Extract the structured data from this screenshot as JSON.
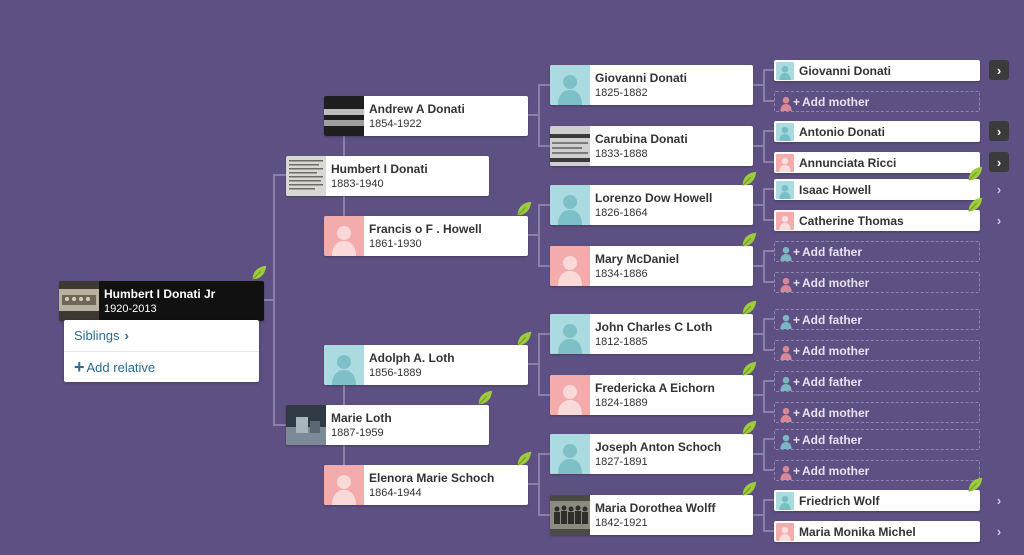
{
  "focus": {
    "name": "Humbert I Donati Jr",
    "years": "1920-2013"
  },
  "actions": {
    "siblings_label": "Siblings",
    "siblings_chevron": "›",
    "add_plus": "+",
    "add_relative_label": "Add relative"
  },
  "gen1": [
    {
      "name": "Humbert I Donati",
      "years": "1883-1940"
    },
    {
      "name": "Marie Loth",
      "years": "1887-1959"
    }
  ],
  "gen2": [
    {
      "name": "Andrew A Donati",
      "years": "1854-1922"
    },
    {
      "name": "Francis o F . Howell",
      "years": "1861-1930"
    },
    {
      "name": "Adolph A. Loth",
      "years": "1856-1889"
    },
    {
      "name": "Elenora Marie Schoch",
      "years": "1864-1944"
    }
  ],
  "gen3": [
    {
      "name": "Giovanni Donati",
      "years": "1825-1882"
    },
    {
      "name": "Carubina Donati",
      "years": "1833-1888"
    },
    {
      "name": "Lorenzo Dow Howell",
      "years": "1826-1864"
    },
    {
      "name": "Mary McDaniel",
      "years": "1834-1886"
    },
    {
      "name": "John Charles C Loth",
      "years": "1812-1885"
    },
    {
      "name": "Fredericka A Eichorn",
      "years": "1824-1889"
    },
    {
      "name": "Joseph Anton Schoch",
      "years": "1827-1891"
    },
    {
      "name": "Maria Dorothea Wolff",
      "years": "1842-1921"
    }
  ],
  "gen4": [
    {
      "name": "Giovanni Donati"
    },
    {
      "name": "Add mother"
    },
    {
      "name": "Antonio Donati"
    },
    {
      "name": "Annunciata Ricci"
    },
    {
      "name": "Isaac Howell"
    },
    {
      "name": "Catherine Thomas"
    },
    {
      "name": "Add father"
    },
    {
      "name": "Add mother"
    },
    {
      "name": "Add father"
    },
    {
      "name": "Add mother"
    },
    {
      "name": "Add father"
    },
    {
      "name": "Add mother"
    },
    {
      "name": "Add father"
    },
    {
      "name": "Add mother"
    },
    {
      "name": "Friedrich Wolf"
    },
    {
      "name": "Maria Monika Michel"
    }
  ],
  "chevron_glyph": "›",
  "plus_glyph": "+",
  "colors": {
    "background": "#5e5082",
    "male": "#a9dbe0",
    "female": "#f3abab",
    "leaf": "#9ccb3b",
    "link": "#2b6b94"
  }
}
